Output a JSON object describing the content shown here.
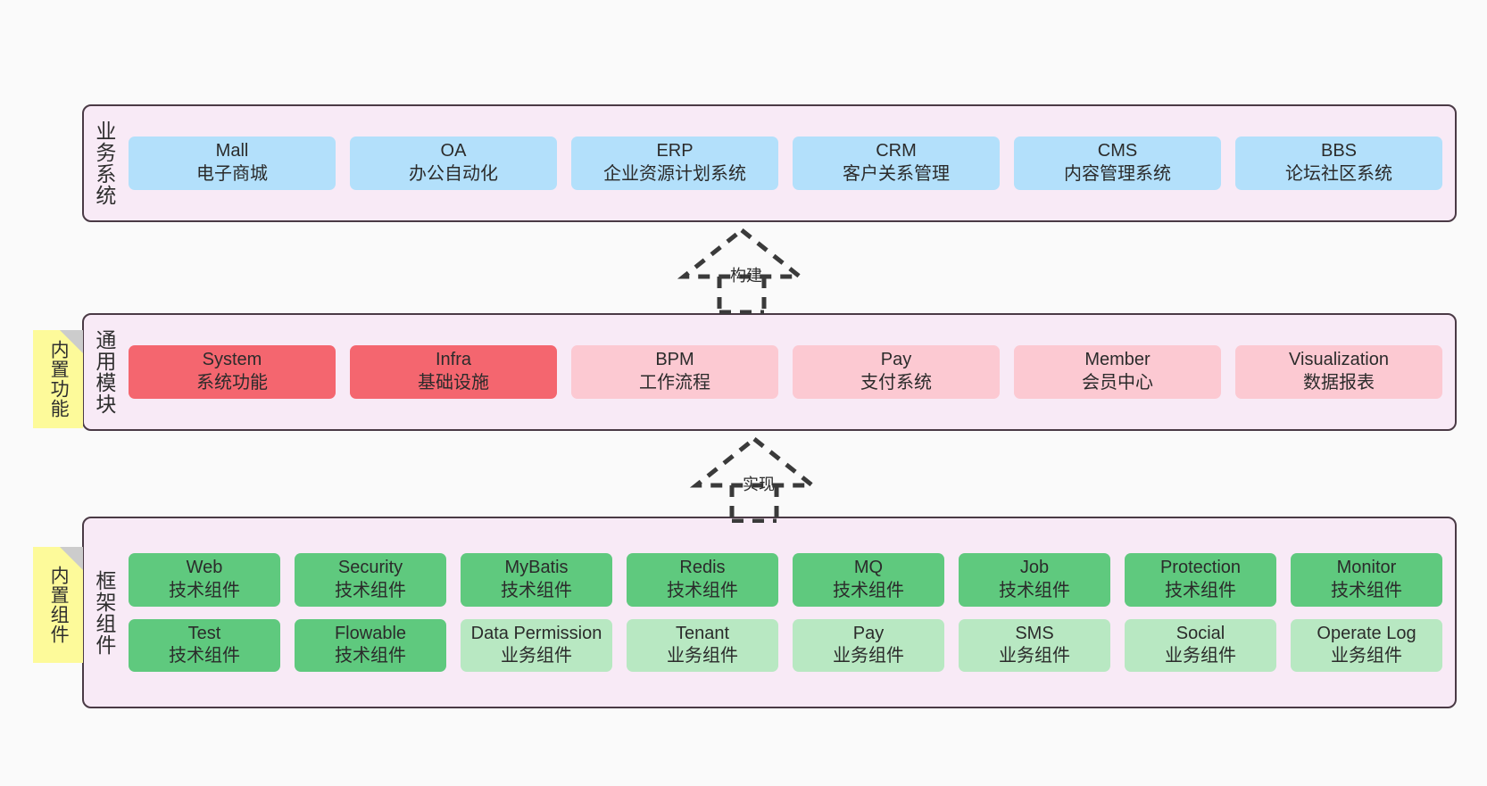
{
  "diagram": {
    "background_color": "#fafafa",
    "panel_bg": "#f8eaf6",
    "panel_border": "#4a3a45",
    "note_bg": "#fdfa9a",
    "colors": {
      "business": "#b3e0fb",
      "module_core": "#f4666f",
      "module_alt": "#fcc9d2",
      "tech_component": "#5fc97e",
      "biz_component": "#b8e8c2"
    }
  },
  "layers": [
    {
      "id": "business-system",
      "title": "业务系统",
      "note": null,
      "rows": [
        {
          "cells": [
            {
              "en": "Mall",
              "cn": "电子商城",
              "color": "c-blue"
            },
            {
              "en": "OA",
              "cn": "办公自动化",
              "color": "c-blue"
            },
            {
              "en": "ERP",
              "cn": "企业资源计划系统",
              "color": "c-blue"
            },
            {
              "en": "CRM",
              "cn": "客户关系管理",
              "color": "c-blue"
            },
            {
              "en": "CMS",
              "cn": "内容管理系统",
              "color": "c-blue"
            },
            {
              "en": "BBS",
              "cn": "论坛社区系统",
              "color": "c-blue"
            }
          ]
        }
      ]
    },
    {
      "id": "common-module",
      "title": "通用模块",
      "note": "内置功能",
      "rows": [
        {
          "cells": [
            {
              "en": "System",
              "cn": "系统功能",
              "color": "c-red"
            },
            {
              "en": "Infra",
              "cn": "基础设施",
              "color": "c-red"
            },
            {
              "en": "BPM",
              "cn": "工作流程",
              "color": "c-pink"
            },
            {
              "en": "Pay",
              "cn": "支付系统",
              "color": "c-pink"
            },
            {
              "en": "Member",
              "cn": "会员中心",
              "color": "c-pink"
            },
            {
              "en": "Visualization",
              "cn": "数据报表",
              "color": "c-pink"
            }
          ]
        }
      ]
    },
    {
      "id": "framework-component",
      "title": "框架组件",
      "note": "内置组件",
      "rows": [
        {
          "cells": [
            {
              "en": "Web",
              "cn": "技术组件",
              "color": "c-green"
            },
            {
              "en": "Security",
              "cn": "技术组件",
              "color": "c-green"
            },
            {
              "en": "MyBatis",
              "cn": "技术组件",
              "color": "c-green"
            },
            {
              "en": "Redis",
              "cn": "技术组件",
              "color": "c-green"
            },
            {
              "en": "MQ",
              "cn": "技术组件",
              "color": "c-green"
            },
            {
              "en": "Job",
              "cn": "技术组件",
              "color": "c-green"
            },
            {
              "en": "Protection",
              "cn": "技术组件",
              "color": "c-green"
            },
            {
              "en": "Monitor",
              "cn": "技术组件",
              "color": "c-green"
            }
          ]
        },
        {
          "cells": [
            {
              "en": "Test",
              "cn": "技术组件",
              "color": "c-green"
            },
            {
              "en": "Flowable",
              "cn": "技术组件",
              "color": "c-green"
            },
            {
              "en": "Data Permission",
              "cn": "业务组件",
              "color": "c-lightgreen"
            },
            {
              "en": "Tenant",
              "cn": "业务组件",
              "color": "c-lightgreen"
            },
            {
              "en": "Pay",
              "cn": "业务组件",
              "color": "c-lightgreen"
            },
            {
              "en": "SMS",
              "cn": "业务组件",
              "color": "c-lightgreen"
            },
            {
              "en": "Social",
              "cn": "业务组件",
              "color": "c-lightgreen"
            },
            {
              "en": "Operate Log",
              "cn": "业务组件",
              "color": "c-lightgreen"
            }
          ]
        }
      ]
    }
  ],
  "connectors": [
    {
      "id": "build",
      "label": "构建",
      "style": "dashed-hollow-triangle-up"
    },
    {
      "id": "implement",
      "label": "实现",
      "style": "dashed-hollow-triangle-up"
    }
  ]
}
